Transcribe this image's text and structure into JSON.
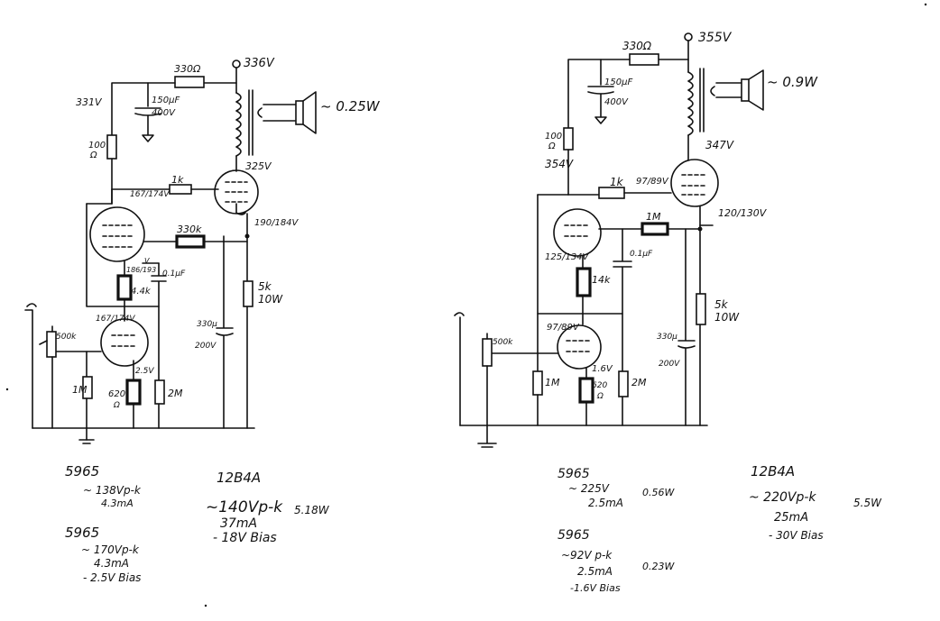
{
  "left": {
    "labels": {
      "v_supply": "336V",
      "r_supply": "330Ω",
      "v_node": "331V",
      "cap_filter_val": "150μF",
      "cap_filter_volt": "400V",
      "output_power": "~ 0.25W",
      "r_100": "100",
      "r_100_unit": "Ω",
      "v_plate_out": "325V",
      "v_grid_drv": "167/174V",
      "r_1k": "1k",
      "r_330k": "330k",
      "v_cathode_out": "190/184V",
      "v_plate_drv": "186/193",
      "v_plate_drv_unit": "V",
      "cap_01": "0.1μF",
      "r_44k": "4.4k",
      "r_5k": "5k",
      "r_5k_w": "10W",
      "cap_330": "330μ",
      "cap_330_v": "200V",
      "v_in_plate": "167/174V",
      "pot_500k": "500k",
      "v_cathode_in": "2.5V",
      "r_1m": "1M",
      "r_620": "620",
      "r_620_unit": "Ω",
      "r_2m": "2M"
    },
    "notes": {
      "tube_a": "5965",
      "tube_a_l1": "~ 138Vp-k",
      "tube_a_l2": "4.3mA",
      "tube_b": "5965",
      "tube_b_l1": "~ 170Vp-k",
      "tube_b_l2": "4.3mA",
      "tube_b_l3": "- 2.5V Bias",
      "tube_out": "12B4A",
      "tube_out_l1": "~140Vp-k",
      "tube_out_l2": "37mA",
      "tube_out_l3": "- 18V Bias",
      "tube_out_pwr": "5.18W"
    }
  },
  "right": {
    "labels": {
      "v_supply": "355V",
      "r_supply": "330Ω",
      "cap_filter_val": "150μF",
      "cap_filter_volt": "400V",
      "output_power": "~ 0.9W",
      "r_100": "100",
      "r_100_unit": "Ω",
      "v_node": "354V",
      "v_plate_out": "347V",
      "r_1k": "1k",
      "v_grid_out": "97/89V",
      "r_1m_fb": "1M",
      "v_cathode_out": "120/130V",
      "v_plate_drv": "125/134V",
      "cap_01": "0.1μF",
      "r_14k": "14k",
      "r_5k": "5k",
      "r_5k_w": "10W",
      "cap_330": "330μ",
      "cap_330_v": "200V",
      "v_in_plate": "97/89V",
      "pot_500k": "500k",
      "v_cathode_in": "1.6V",
      "r_1m": "1M",
      "r_620": "620",
      "r_620_unit": "Ω",
      "r_2m": "2M"
    },
    "notes": {
      "tube_a": "5965",
      "tube_a_l1": "~ 225V",
      "tube_a_l2": "2.5mA",
      "tube_a_pwr": "0.56W",
      "tube_b": "5965",
      "tube_b_l1": "~92V p-k",
      "tube_b_l2": "2.5mA",
      "tube_b_pwr": "0.23W",
      "tube_b_l3": "-1.6V Bias",
      "tube_out": "12B4A",
      "tube_out_l1": "~ 220Vp-k",
      "tube_out_l2": "25mA",
      "tube_out_l3": "- 30V Bias",
      "tube_out_pwr": "5.5W"
    }
  }
}
